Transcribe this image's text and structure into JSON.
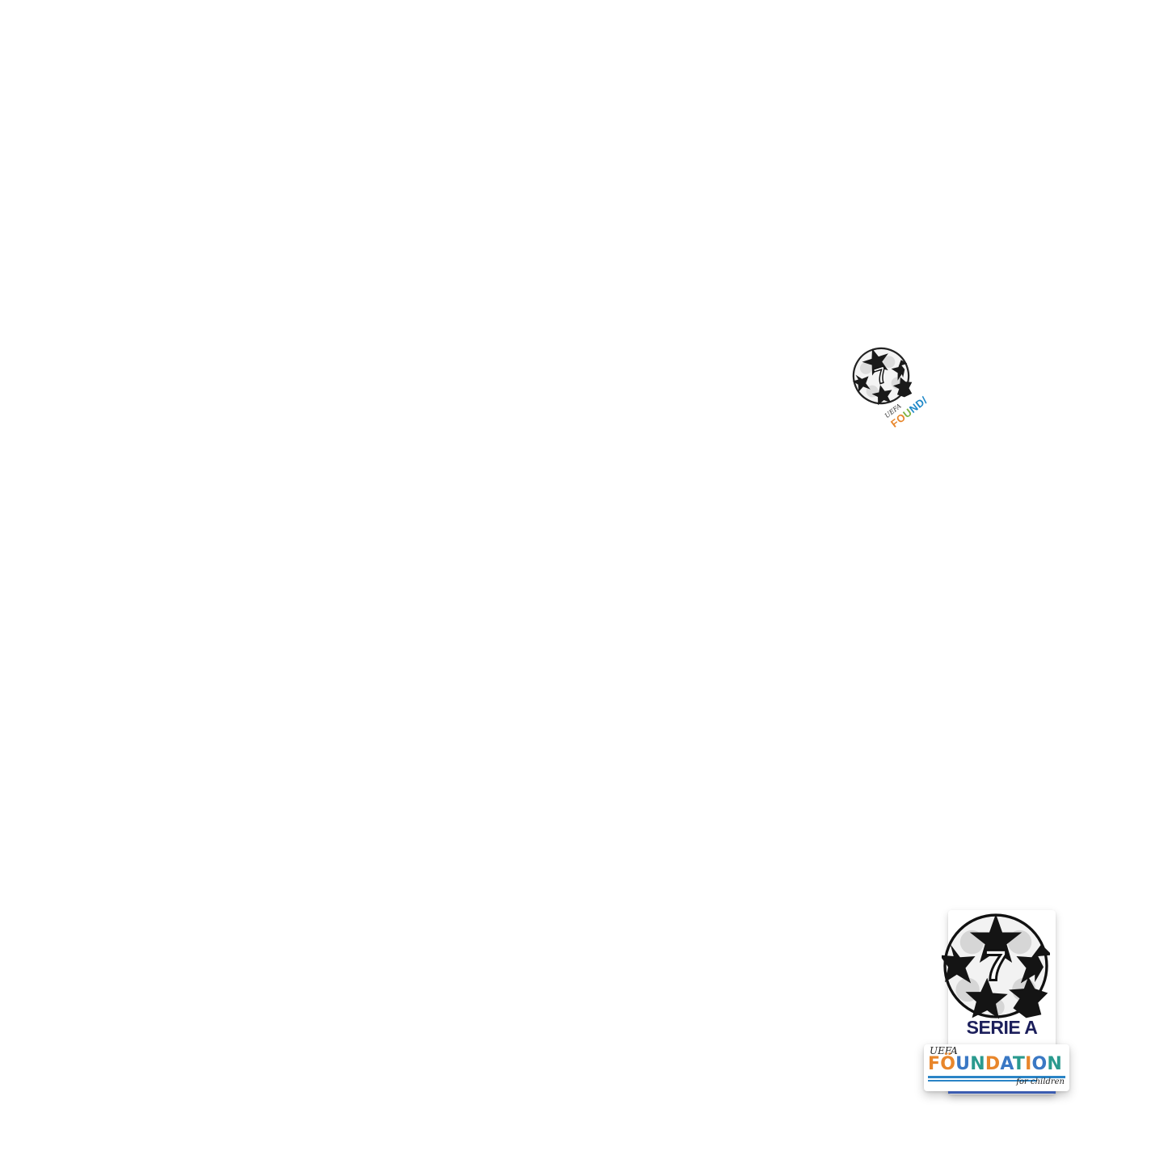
{
  "small_logo": {
    "ball_number": "7",
    "uefa_text": "UEFA",
    "foundation_letters": [
      {
        "ch": "F",
        "color": "#e8862b"
      },
      {
        "ch": "O",
        "color": "#e8862b"
      },
      {
        "ch": "U",
        "color": "#7cb342"
      },
      {
        "ch": "N",
        "color": "#1e88c8"
      },
      {
        "ch": "D",
        "color": "#1e88c8"
      },
      {
        "ch": "/",
        "color": "#1e88c8"
      }
    ]
  },
  "patch": {
    "ball_number": "7",
    "title": "SERIE A",
    "tricolor": [
      "#2e9a4a",
      "#ffffff",
      "#d23b3b"
    ],
    "uefa_text": "UEFA",
    "foundation_letters": [
      {
        "ch": "F",
        "color": "#e8862b"
      },
      {
        "ch": "Ö",
        "color": "#e8862b"
      },
      {
        "ch": "U",
        "color": "#3a78c4"
      },
      {
        "ch": "N",
        "color": "#2a9a8e"
      },
      {
        "ch": "D",
        "color": "#e8862b"
      },
      {
        "ch": "A",
        "color": "#3a78c4"
      },
      {
        "ch": "T",
        "color": "#2a9a8e"
      },
      {
        "ch": "I",
        "color": "#e8862b"
      },
      {
        "ch": "O",
        "color": "#3a78c4"
      },
      {
        "ch": "N",
        "color": "#2a9a8e"
      }
    ],
    "for_children": "for children",
    "title_color": "#1c1f5b"
  }
}
